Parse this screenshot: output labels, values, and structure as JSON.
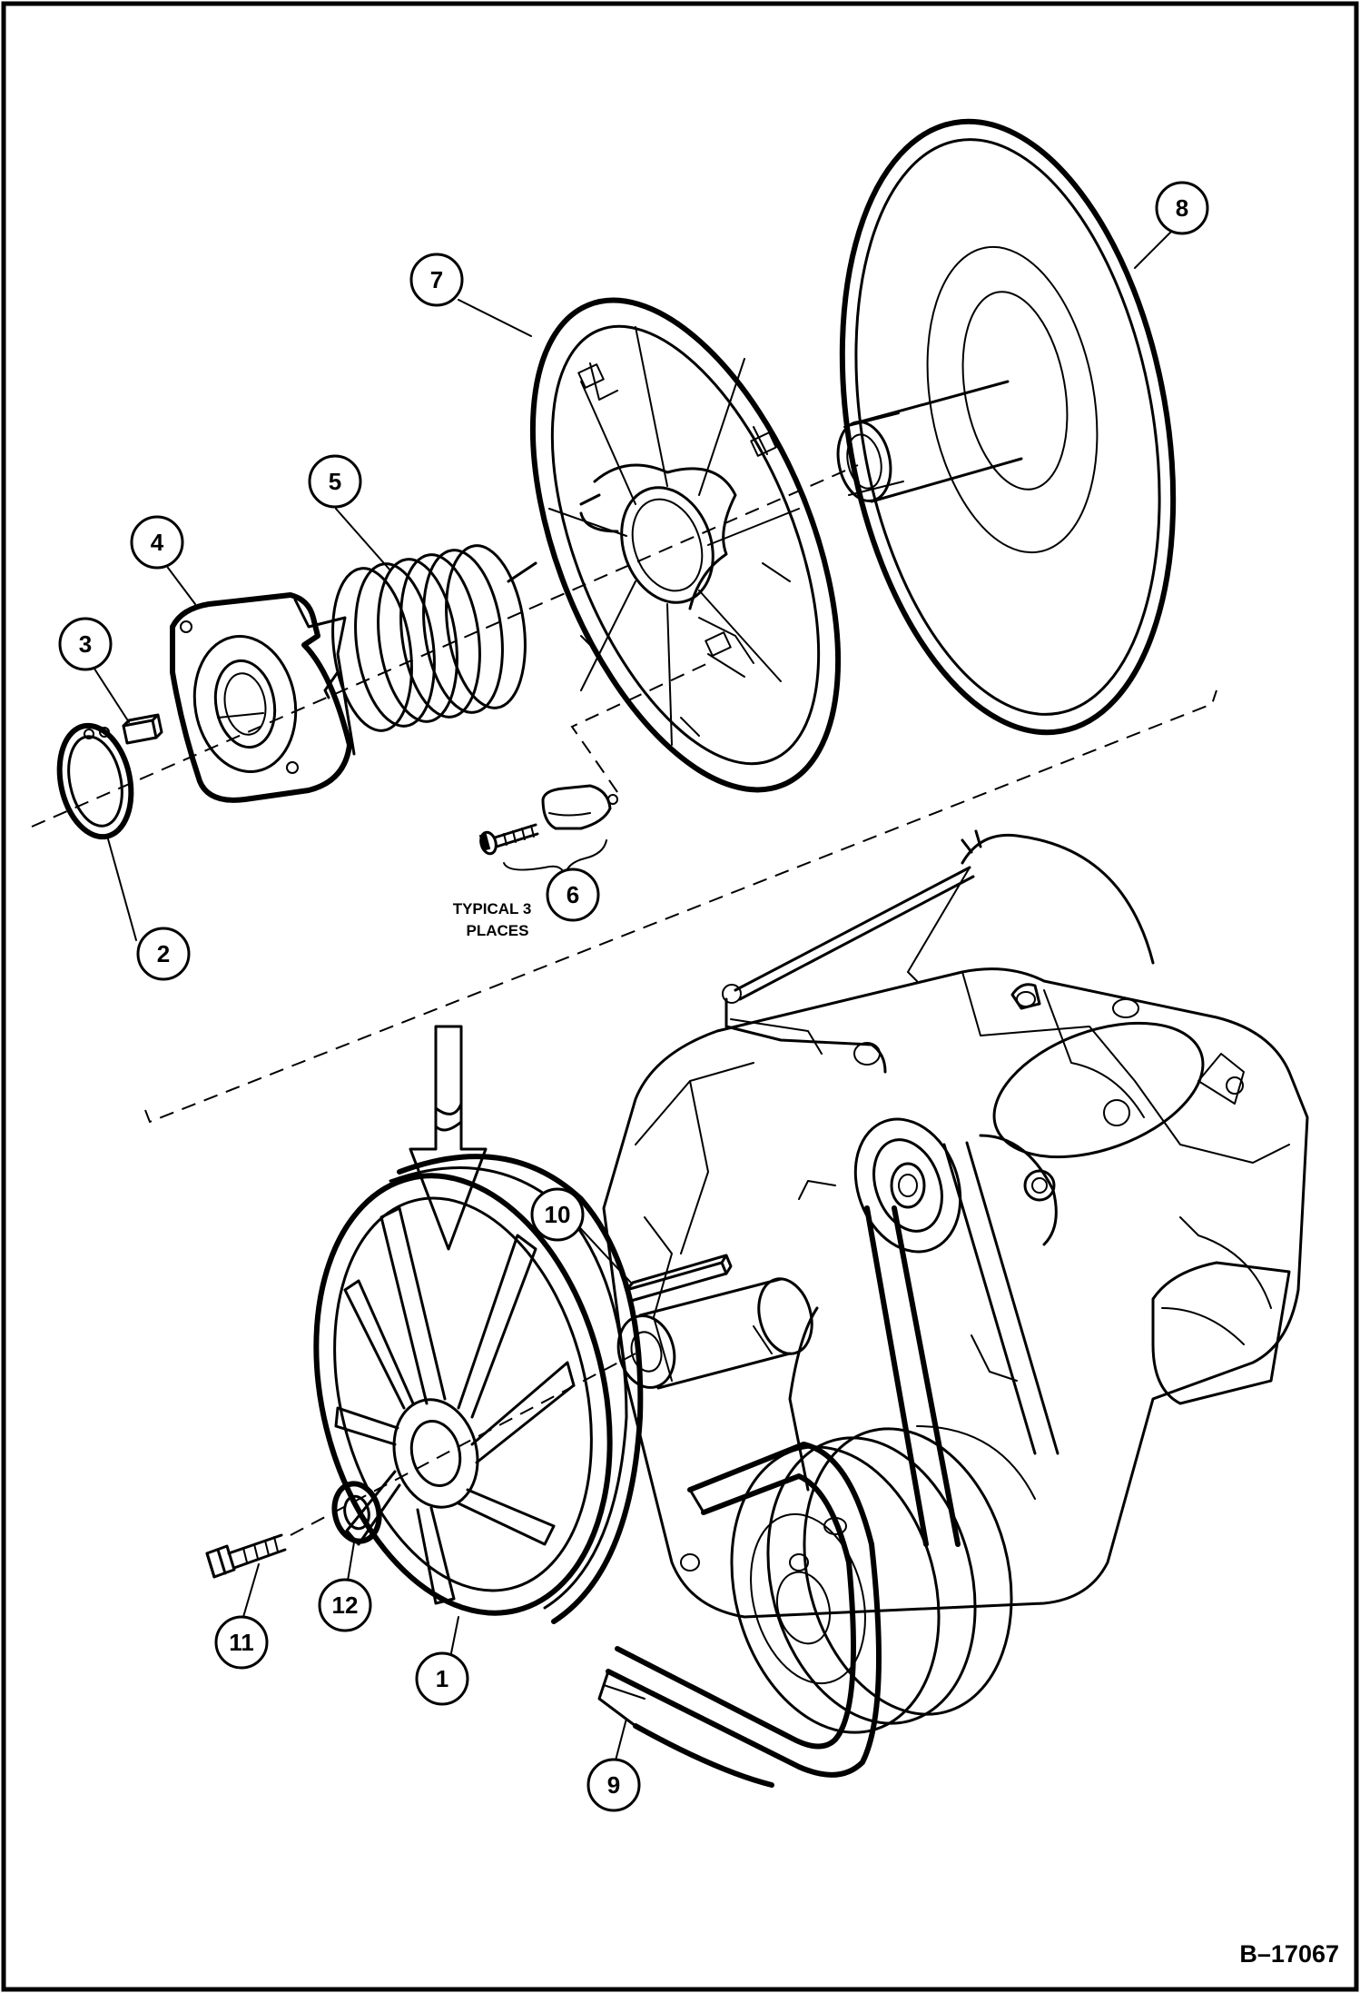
{
  "diagram": {
    "callouts": {
      "c1": "1",
      "c2": "2",
      "c3": "3",
      "c4": "4",
      "c5": "5",
      "c6": "6",
      "c7": "7",
      "c8": "8",
      "c9": "9",
      "c10": "10",
      "c11": "11",
      "c12": "12"
    },
    "note_line1": "TYPICAL 3",
    "note_line2": "PLACES",
    "figure_number": "B–17067"
  }
}
